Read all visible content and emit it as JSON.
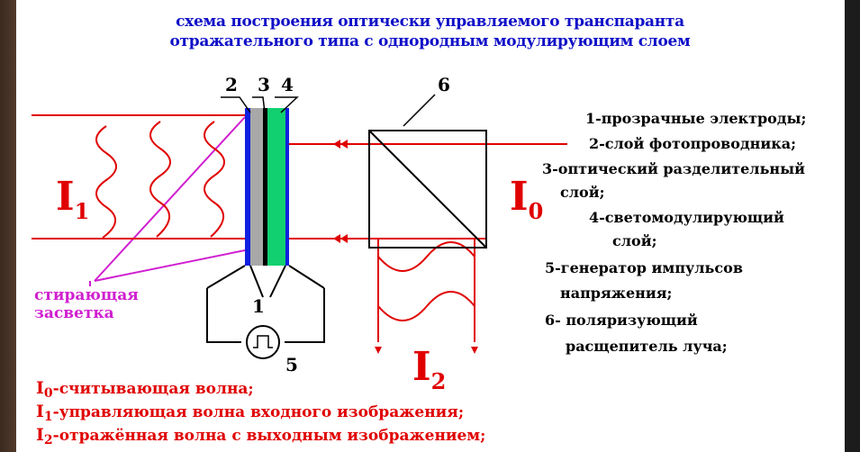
{
  "title": {
    "line1": "схема построения оптически управляемого транспаранта",
    "line2": "отражательного типа с однородным модулирующим слоем"
  },
  "numbers": {
    "n1": "1",
    "n2": "2",
    "n3": "3",
    "n4": "4",
    "n5": "5",
    "n6": "6"
  },
  "beams": {
    "I1": "I",
    "I1_sub": "1",
    "I0": "I",
    "I0_sub": "0",
    "I2": "I",
    "I2_sub": "2"
  },
  "erase_label": {
    "line1": "стирающая",
    "line2": "засветка"
  },
  "legend": [
    "1-прозрачные электроды;",
    "2-слой фотопроводника;",
    "3-оптический разделительный",
    "слой;",
    "4-светомодулирующий",
    "слой;",
    "5-генератор импульсов",
    "напряжения;",
    "6- поляризующий",
    "расщепитель луча;"
  ],
  "bottom_legend": [
    {
      "sym": "I",
      "sub": "0",
      "text": "-считывающая волна;"
    },
    {
      "sym": "I",
      "sub": "1",
      "text": "-управляющая волна входного изображения;"
    },
    {
      "sym": "I",
      "sub": "2",
      "text": "-отражённая волна с выходным изображением;"
    }
  ],
  "colors": {
    "title": "#1010c8",
    "beam": "#e00000",
    "erase": "#d020d0",
    "layer_blue": "#1020e0",
    "layer_gray": "#a8a8a8",
    "layer_green": "#10d070"
  }
}
